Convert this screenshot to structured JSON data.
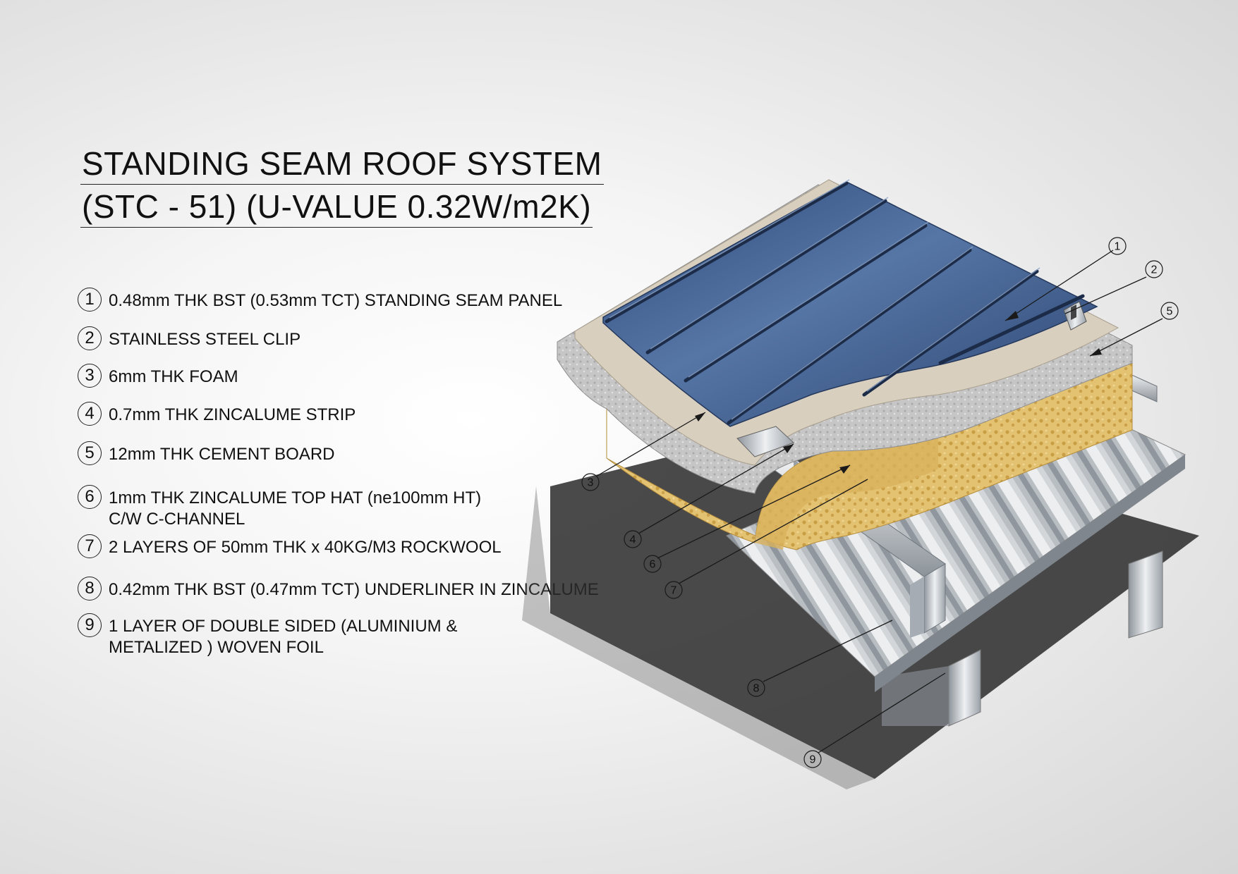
{
  "title": {
    "line1": "STANDING SEAM ROOF SYSTEM",
    "line2": "(STC - 51) (U-VALUE 0.32W/m2K)"
  },
  "legend": [
    {
      "number": "1",
      "lines": [
        "0.48mm THK BST (0.53mm TCT) STANDING SEAM PANEL"
      ]
    },
    {
      "number": "2",
      "lines": [
        "STAINLESS STEEL CLIP"
      ]
    },
    {
      "number": "3",
      "lines": [
        "6mm THK FOAM"
      ]
    },
    {
      "number": "4",
      "lines": [
        "0.7mm THK ZINCALUME STRIP"
      ]
    },
    {
      "number": "5",
      "lines": [
        "12mm THK CEMENT BOARD"
      ]
    },
    {
      "number": "6",
      "lines": [
        "1mm THK ZINCALUME TOP HAT (ne100mm HT)",
        "C/W C-CHANNEL"
      ]
    },
    {
      "number": "7",
      "lines": [
        "2 LAYERS OF 50mm THK x 40KG/M3 ROCKWOOL"
      ]
    },
    {
      "number": "8",
      "lines": [
        "0.42mm THK BST (0.47mm TCT)  UNDERLINER IN ZINCALUME"
      ]
    },
    {
      "number": "9",
      "lines": [
        "1 LAYER OF DOUBLE SIDED (ALUMINIUM  &",
        "METALIZED ) WOVEN FOIL"
      ]
    }
  ],
  "callouts": [
    "1",
    "2",
    "3",
    "4",
    "5",
    "6",
    "7",
    "8",
    "9"
  ],
  "colors": {
    "panel": "#3e5a86",
    "rockwool": "#e2c06e",
    "cement_board": "#d9cfbf",
    "foam": "#c4c4c4",
    "steel": "#c9cdd1"
  }
}
